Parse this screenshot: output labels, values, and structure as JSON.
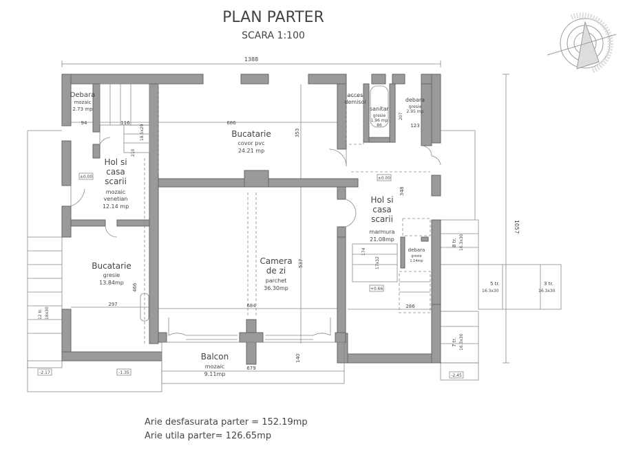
{
  "title": "PLAN PARTER",
  "scale": "SCARA 1:100",
  "overall_width": "1388",
  "overall_height": "1057",
  "rooms": {
    "debara_left": {
      "name": "Debara",
      "finish": "mozaic",
      "area": "2.73 mp",
      "dim": "94"
    },
    "hol_left": {
      "name1": "Hol si",
      "name2": "casa",
      "name3": "scarii",
      "finish1": "mozaic",
      "finish2": "venetian",
      "area": "12.14 mp",
      "dim1": "116",
      "dim2": "210",
      "stair": "18.5x29"
    },
    "bucatarie_top": {
      "name": "Bucatarie",
      "finish": "covor pvc",
      "area": "24.21 mp",
      "dim1": "686",
      "dim2": "353"
    },
    "bucatarie_left": {
      "name": "Bucatarie",
      "finish": "gresie",
      "area": "13.84mp",
      "dim1": "297",
      "dim2": "466"
    },
    "camera": {
      "name1": "Camera",
      "name2": "de zi",
      "finish": "parchet",
      "area": "36.30mp",
      "dim1": "684",
      "dim2": "537"
    },
    "balcon": {
      "name": "Balcon",
      "finish": "mozaic",
      "area": "9.11mp",
      "dim1": "679",
      "dim2": "140"
    },
    "acces": {
      "name1": "acces",
      "name2": "demisol"
    },
    "sanitar": {
      "name": "sanitar",
      "finish": "gresie",
      "area": "1.96 mp",
      "dim": "86"
    },
    "debara_right": {
      "name": "debara",
      "finish": "gresie",
      "area": "2.95 mp",
      "dim1": "123",
      "dim2": "207"
    },
    "hol_right": {
      "name1": "Hol si",
      "name2": "casa",
      "name3": "scarii",
      "finish": "marmura",
      "area": "21.08mp",
      "dim1": "348",
      "dim2": "286",
      "dim3": "174",
      "stair": "17x32"
    },
    "debara_small": {
      "name": "debara",
      "finish": "gresie",
      "area": "1.14mp"
    }
  },
  "stairs": [
    {
      "steps": "8 tr.",
      "size": "16.3x30"
    },
    {
      "steps": "5 tr.",
      "size": "16.3x30"
    },
    {
      "steps": "3 tr.",
      "size": "16.3x30"
    },
    {
      "steps": "7 tr.",
      "size": "16.3x30"
    },
    {
      "steps": "12 tr.",
      "size": "18x30"
    }
  ],
  "levels": {
    "l1": "±0.00",
    "l2": "±0.00",
    "l3": "+0.66",
    "l4": "-2.17",
    "l5": "-1.35",
    "l6": "-2.45"
  },
  "summary": {
    "desfasurata": "Arie desfasurata parter = 152.19mp",
    "utila": "Arie utila parter= 126.65mp"
  },
  "colors": {
    "wall": "#9a9a9a",
    "line": "#888888"
  },
  "icons": {
    "north": "north-arrow-compass"
  }
}
